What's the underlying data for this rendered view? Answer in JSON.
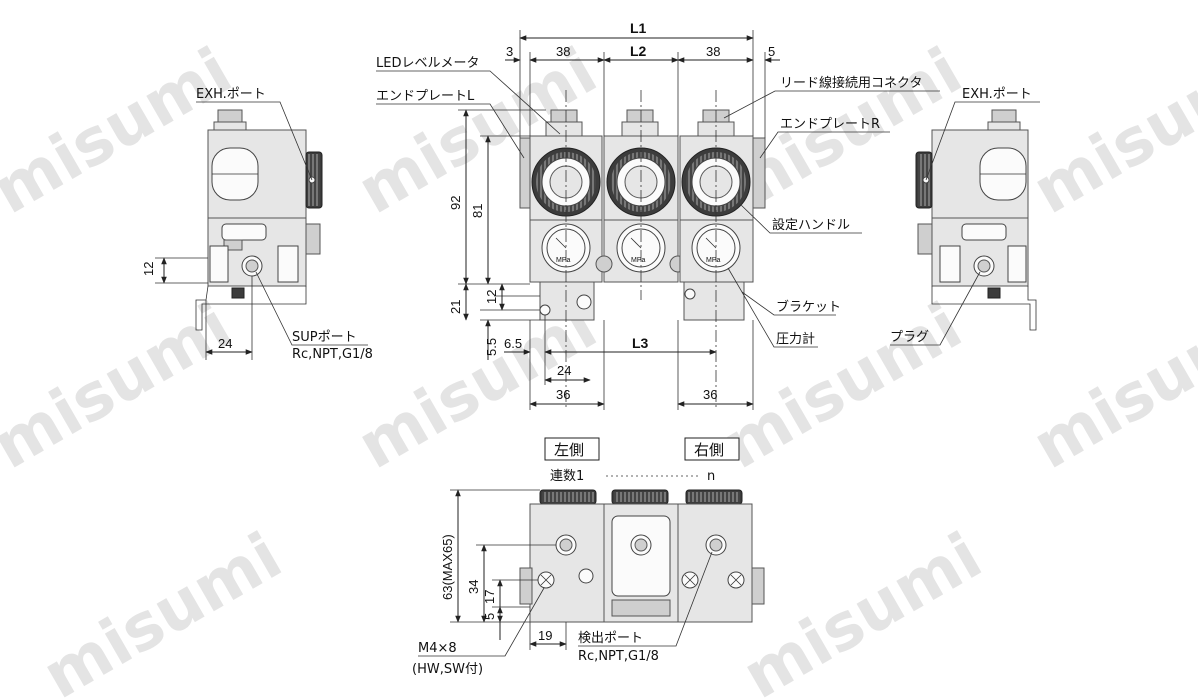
{
  "watermark": "misumi",
  "labels": {
    "exh_port_left": "EXH.ポート",
    "exh_port_right": "EXH.ポート",
    "led_meter": "LEDレベルメータ",
    "end_plate_l": "エンドプレートL",
    "lead_connector": "リード線接続用コネクタ",
    "end_plate_r": "エンドプレートR",
    "set_handle": "設定ハンドル",
    "bracket": "ブラケット",
    "gauge": "圧力計",
    "plug": "プラグ",
    "sup_port": "SUPポート",
    "sup_port_spec": "Rc,NPT,G1/8",
    "left_side": "左側",
    "right_side": "右側",
    "station_1": "連数1",
    "station_n": "n",
    "m4": "M4×8",
    "m4_note": "(HW,SW付)",
    "detect_port": "検出ポート",
    "detect_port_spec": "Rc,NPT,G1/8",
    "mpa": "MPa"
  },
  "dims": {
    "L1": "L1",
    "L2": "L2",
    "L3": "L3",
    "d3": "3",
    "d38a": "38",
    "d38b": "38",
    "d5": "5",
    "d92": "92",
    "d81": "81",
    "d21": "21",
    "d12a": "12",
    "d12b": "12",
    "d5_5": "5.5",
    "d6_5": "6.5",
    "d24a": "24",
    "d24b": "24",
    "d36a": "36",
    "d36b": "36",
    "d63": "63(MAX65)",
    "d34": "34",
    "d17": "17",
    "d5b": "5",
    "d19": "19"
  }
}
